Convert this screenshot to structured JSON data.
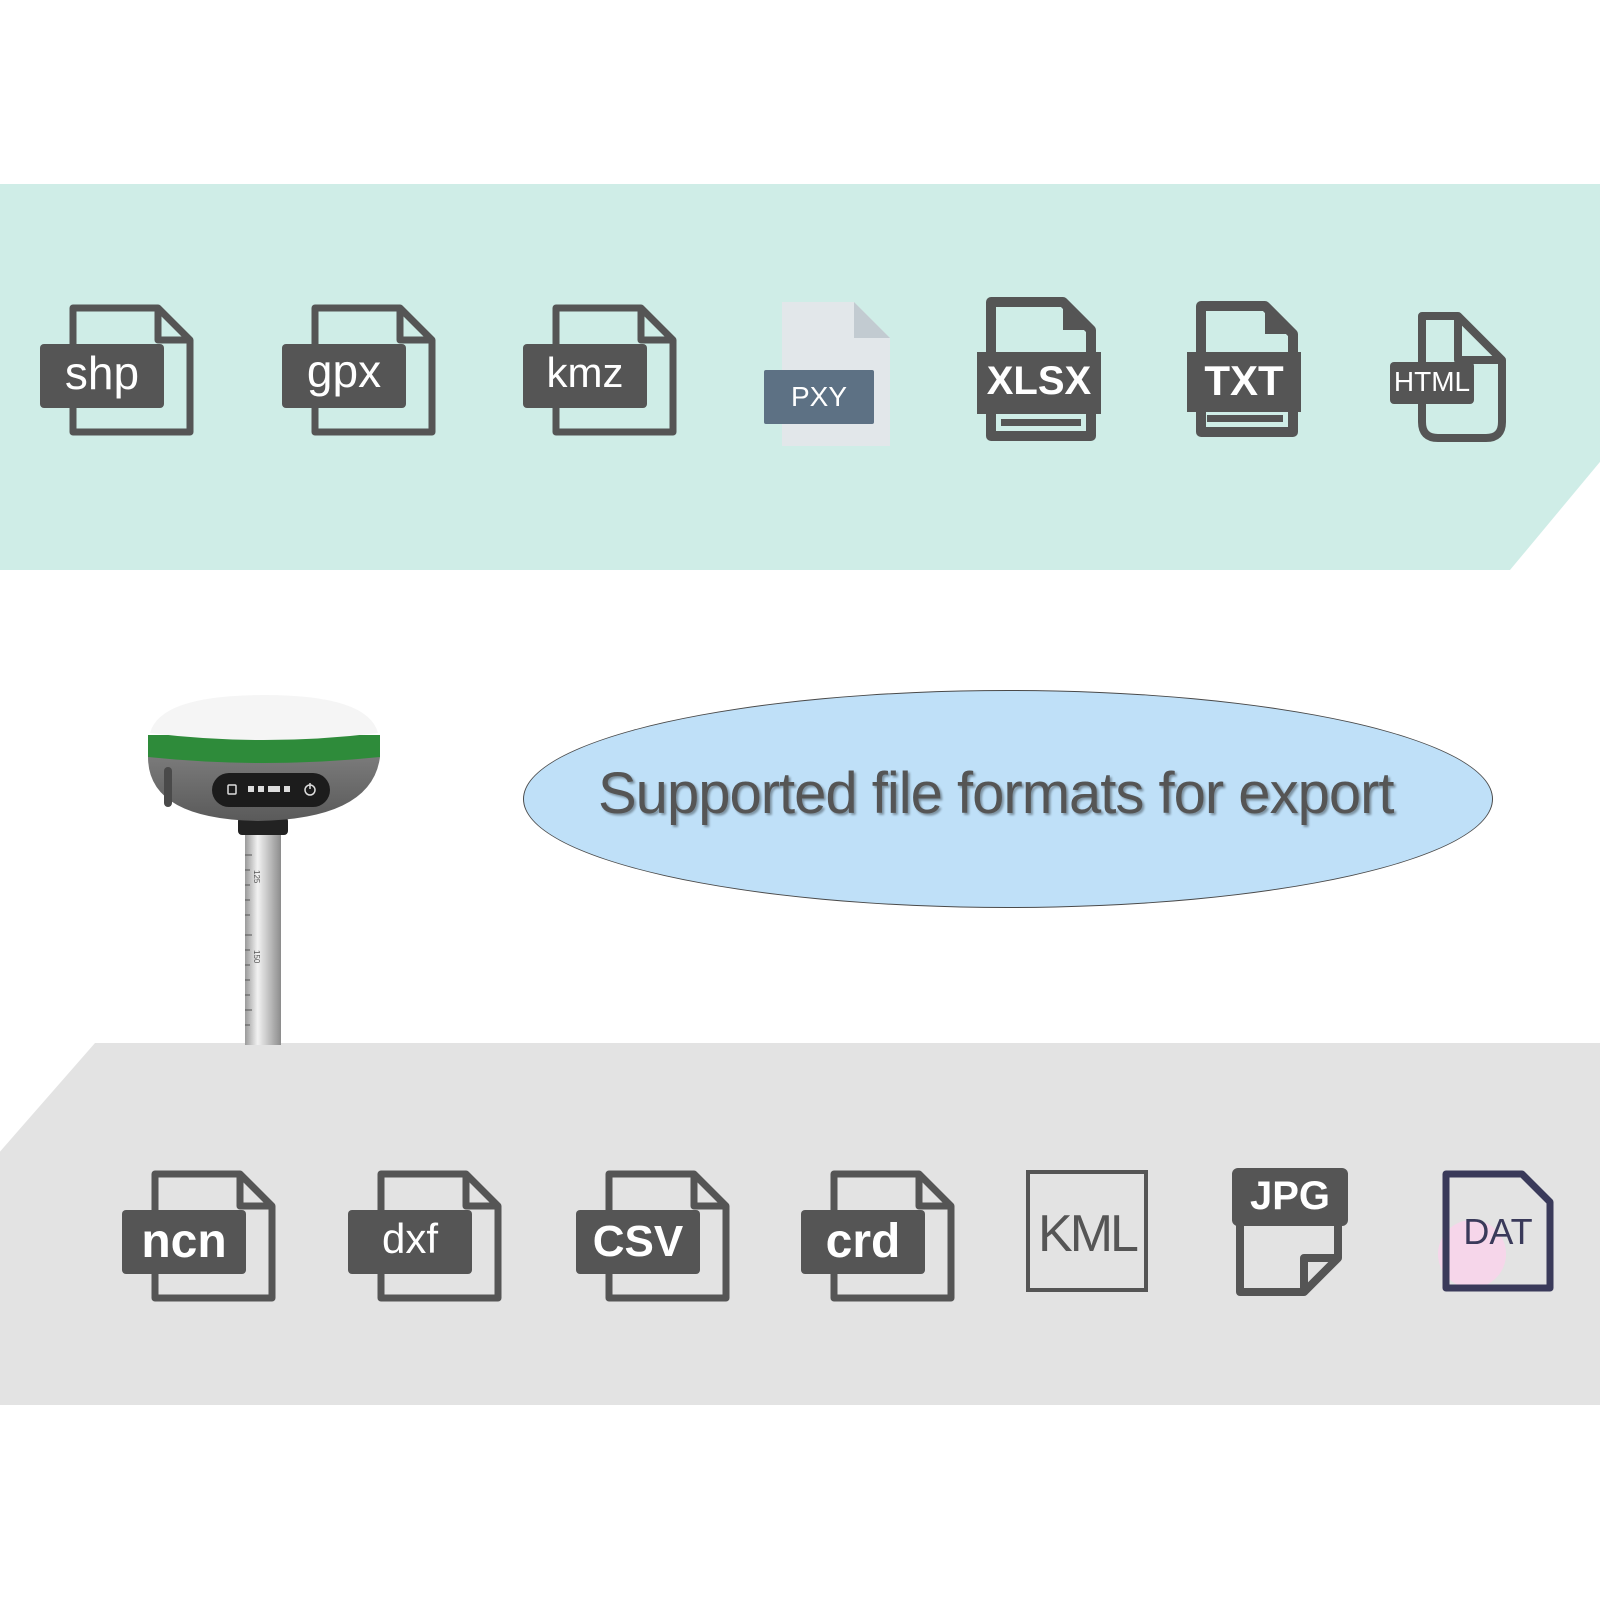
{
  "top_formats": [
    "shp",
    "gpx",
    "kmz",
    "PXY",
    "XLSX",
    "TXT",
    "HTML"
  ],
  "bottom_formats": [
    "ncn",
    "dxf",
    "CSV",
    "crd",
    "KML",
    "JPG",
    "DAT"
  ],
  "headline": "Supported file formats for export",
  "device": {
    "name": "gnss-receiver",
    "pole_scale": [
      "125",
      "150"
    ]
  },
  "colors": {
    "top_band": "#cfede7",
    "bottom_band": "#e3e3e3",
    "icon_gray": "#555555",
    "headline_bubble": "#bfe0f8",
    "receiver_green": "#2e8b3a",
    "pxy_blue": "#5d7184",
    "dat_navy": "#3a3a5a"
  }
}
